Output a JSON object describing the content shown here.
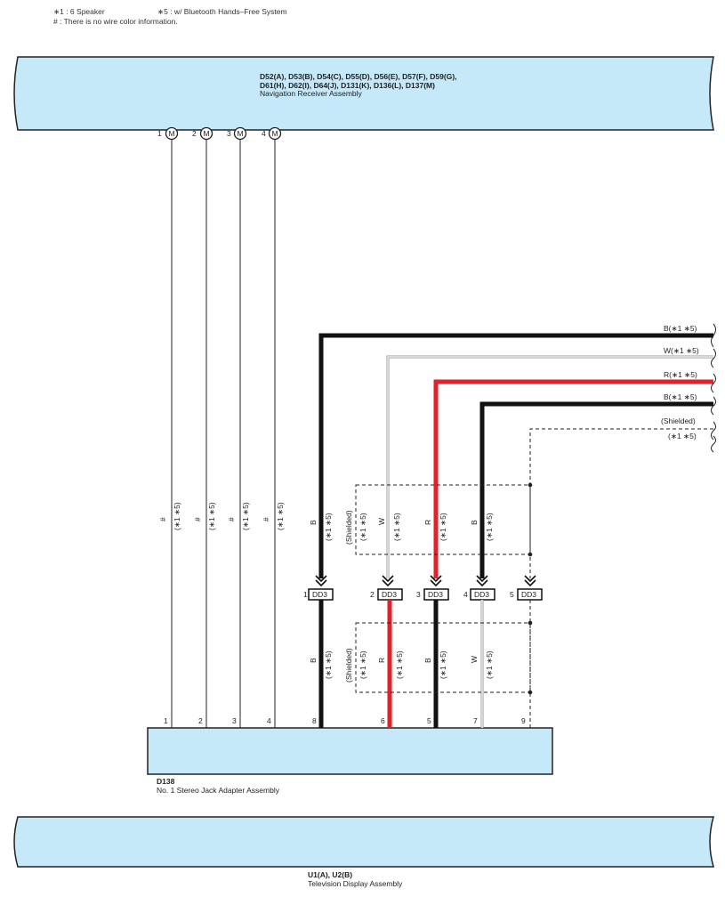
{
  "legend": {
    "note1": "∗1 : 6 Speaker",
    "note2": "∗5 : w/ Bluetooth Hands–Free System",
    "note3": "# : There is no wire color information."
  },
  "nav_assembly": {
    "codes_line1": "D52(A), D53(B), D54(C), D55(D), D56(E), D57(F), D59(G),",
    "codes_line2": "D61(H), D62(I), D64(J), D131(K), D136(L), D137(M)",
    "name": "Navigation Receiver Assembly"
  },
  "jack_adapter": {
    "code": "D138",
    "name": "No.  1 Stereo Jack Adapter Assembly"
  },
  "tv_assembly": {
    "code": "U1(A), U2(B)",
    "name": "Television Display Assembly"
  },
  "nav_pins": [
    {
      "num": "1",
      "connector": "M"
    },
    {
      "num": "2",
      "connector": "M"
    },
    {
      "num": "3",
      "connector": "M"
    },
    {
      "num": "4",
      "connector": "M"
    }
  ],
  "nav_wire_labels": [
    {
      "color": "#",
      "cond": "(∗1 ∗5)"
    },
    {
      "color": "#",
      "cond": "(∗1 ∗5)"
    },
    {
      "color": "#",
      "cond": "(∗1 ∗5)"
    },
    {
      "color": "#",
      "cond": "(∗1 ∗5)"
    }
  ],
  "right_wire_labels": [
    "B(∗1 ∗5)",
    "W(∗1 ∗5)",
    "R(∗1 ∗5)",
    "B(∗1 ∗5)",
    "(Shielded)",
    "(∗1 ∗5)"
  ],
  "upper_wire_labels": [
    "B",
    "(∗1 ∗5)",
    "(Shielded)",
    "(∗1 ∗5)",
    "W",
    "(∗1 ∗5)",
    "R",
    "(∗1 ∗5)",
    "B",
    "(∗1 ∗5)"
  ],
  "lower_wire_labels": [
    "B",
    "(∗1 ∗5)",
    "(Shielded)",
    "(∗1 ∗5)",
    "R",
    "(∗1 ∗5)",
    "B",
    "(∗1 ∗5)",
    "W",
    "(∗1 ∗5)"
  ],
  "junction_connectors": [
    {
      "num": "1",
      "label": "DD3"
    },
    {
      "num": "2",
      "label": "DD3"
    },
    {
      "num": "3",
      "label": "DD3"
    },
    {
      "num": "4",
      "label": "DD3"
    },
    {
      "num": "5",
      "label": "DD3"
    }
  ],
  "d138_pins": [
    "1",
    "2",
    "3",
    "4",
    "8",
    "6",
    "5",
    "7",
    "9"
  ],
  "colors": {
    "assembly_fill": "#c6e9f9",
    "wire_black": "#111111",
    "wire_red": "#e2212b",
    "wire_white": "#bdbdbd"
  }
}
